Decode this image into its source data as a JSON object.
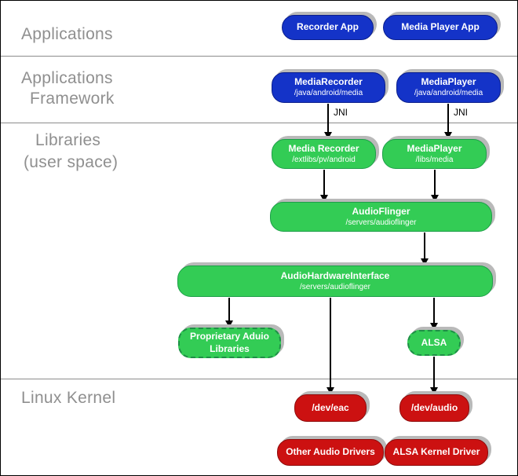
{
  "colors": {
    "blue": "#1433c8",
    "green": "#33cc55",
    "red": "#cc1111",
    "shadow": "#b9b9b9",
    "label-gray": "#8f8f8f",
    "line-gray": "#8c8c8c"
  },
  "layers": {
    "applications": {
      "label": "Applications"
    },
    "framework": {
      "line1": "Applications",
      "line2": "Framework"
    },
    "libraries": {
      "line1": "Libraries",
      "line2": "(user space)"
    },
    "kernel": {
      "label": "Linux Kernel"
    }
  },
  "nodes": {
    "recorder_app": {
      "title": "Recorder App"
    },
    "media_player_app": {
      "title": "Media Player App"
    },
    "media_recorder_fw": {
      "title": "MediaRecorder",
      "subtitle": "/java/android/media"
    },
    "media_player_fw": {
      "title": "MediaPlayer",
      "subtitle": "/java/android/media"
    },
    "media_recorder_lib": {
      "title": "Media Recorder",
      "subtitle": "/extlibs/pv/android"
    },
    "media_player_lib": {
      "title": "MediaPlayer",
      "subtitle": "/libs/media"
    },
    "audio_flinger": {
      "title": "AudioFlinger",
      "subtitle": "/servers/audioflinger"
    },
    "audio_hardware_interface": {
      "title": "AudioHardwareInterface",
      "subtitle": "/servers/audioflinger"
    },
    "proprietary_audio_libraries": {
      "line1": "Proprietary Aduio",
      "line2": "Libraries"
    },
    "alsa": {
      "title": "ALSA"
    },
    "dev_eac": {
      "title": "/dev/eac"
    },
    "dev_audio": {
      "title": "/dev/audio"
    },
    "other_audio_drivers": {
      "title": "Other Audio Drivers"
    },
    "alsa_kernel_driver": {
      "title": "ALSA Kernel Driver"
    }
  },
  "edges": [
    {
      "from": "media_recorder_fw",
      "to": "media_recorder_lib",
      "label": "JNI"
    },
    {
      "from": "media_player_fw",
      "to": "media_player_lib",
      "label": "JNI"
    },
    {
      "from": "media_recorder_lib",
      "to": "audio_flinger",
      "label": ""
    },
    {
      "from": "media_player_lib",
      "to": "audio_flinger",
      "label": ""
    },
    {
      "from": "audio_flinger",
      "to": "audio_hardware_interface",
      "label": ""
    },
    {
      "from": "audio_hardware_interface",
      "to": "proprietary_audio_libraries",
      "label": ""
    },
    {
      "from": "audio_hardware_interface",
      "to": "dev_eac",
      "label": ""
    },
    {
      "from": "audio_hardware_interface",
      "to": "alsa",
      "label": ""
    },
    {
      "from": "alsa",
      "to": "dev_audio",
      "label": ""
    }
  ]
}
